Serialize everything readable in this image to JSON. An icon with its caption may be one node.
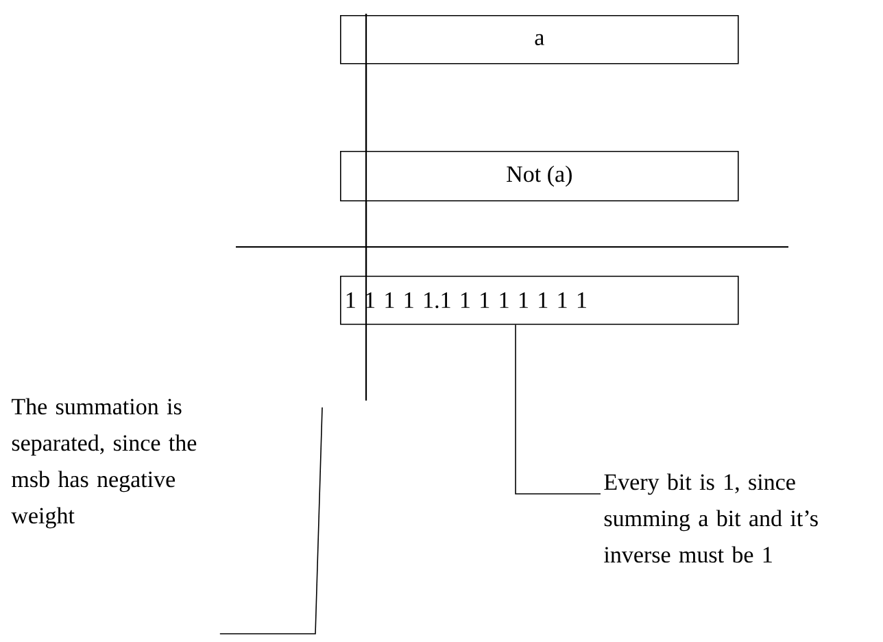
{
  "diagram": {
    "nodes": [
      {
        "text": [
          "a"
        ]
      },
      {
        "text": [
          "Not (a)"
        ]
      },
      {
        "text": [
          "1 1 1 1 1.1 1 1 1 1 1 1 1"
        ]
      },
      {
        "text": [
          "The summation is separated, since the msb has negative weight"
        ]
      },
      {
        "text": [
          "Every bit is 1, since summing a bit and it’s inverse must be 1"
        ]
      }
    ],
    "edges": [
      {
        "from": 4,
        "to": 2,
        "arrow": "none"
      },
      {
        "from": 3,
        "to": null,
        "arrow": "none"
      }
    ]
  }
}
